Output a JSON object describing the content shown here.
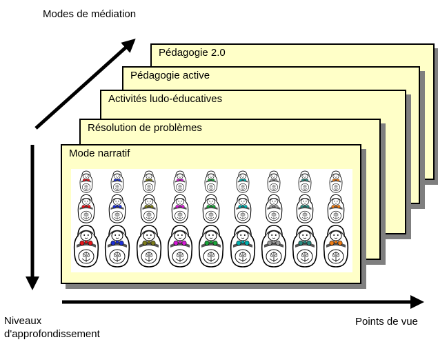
{
  "axes": {
    "vertical_top": "Modes de médiation",
    "left_label_line1": "Niveaux",
    "left_label_line2": "d'approfondissement",
    "horizontal": "Points de vue"
  },
  "cards": [
    {
      "label": "Pédagogie 2.0"
    },
    {
      "label": "Pédagogie active"
    },
    {
      "label": "Activités ludo-éducatives"
    },
    {
      "label": "Résolution de problèmes"
    },
    {
      "label": "Mode narratif"
    }
  ],
  "doll_accents": [
    "#e8141b",
    "#1d2fd6",
    "#7a7a1c",
    "#d41ad4",
    "#1aa43a",
    "#00b0b0",
    "#9a9a9a",
    "#2a8a80",
    "#f07c14"
  ]
}
